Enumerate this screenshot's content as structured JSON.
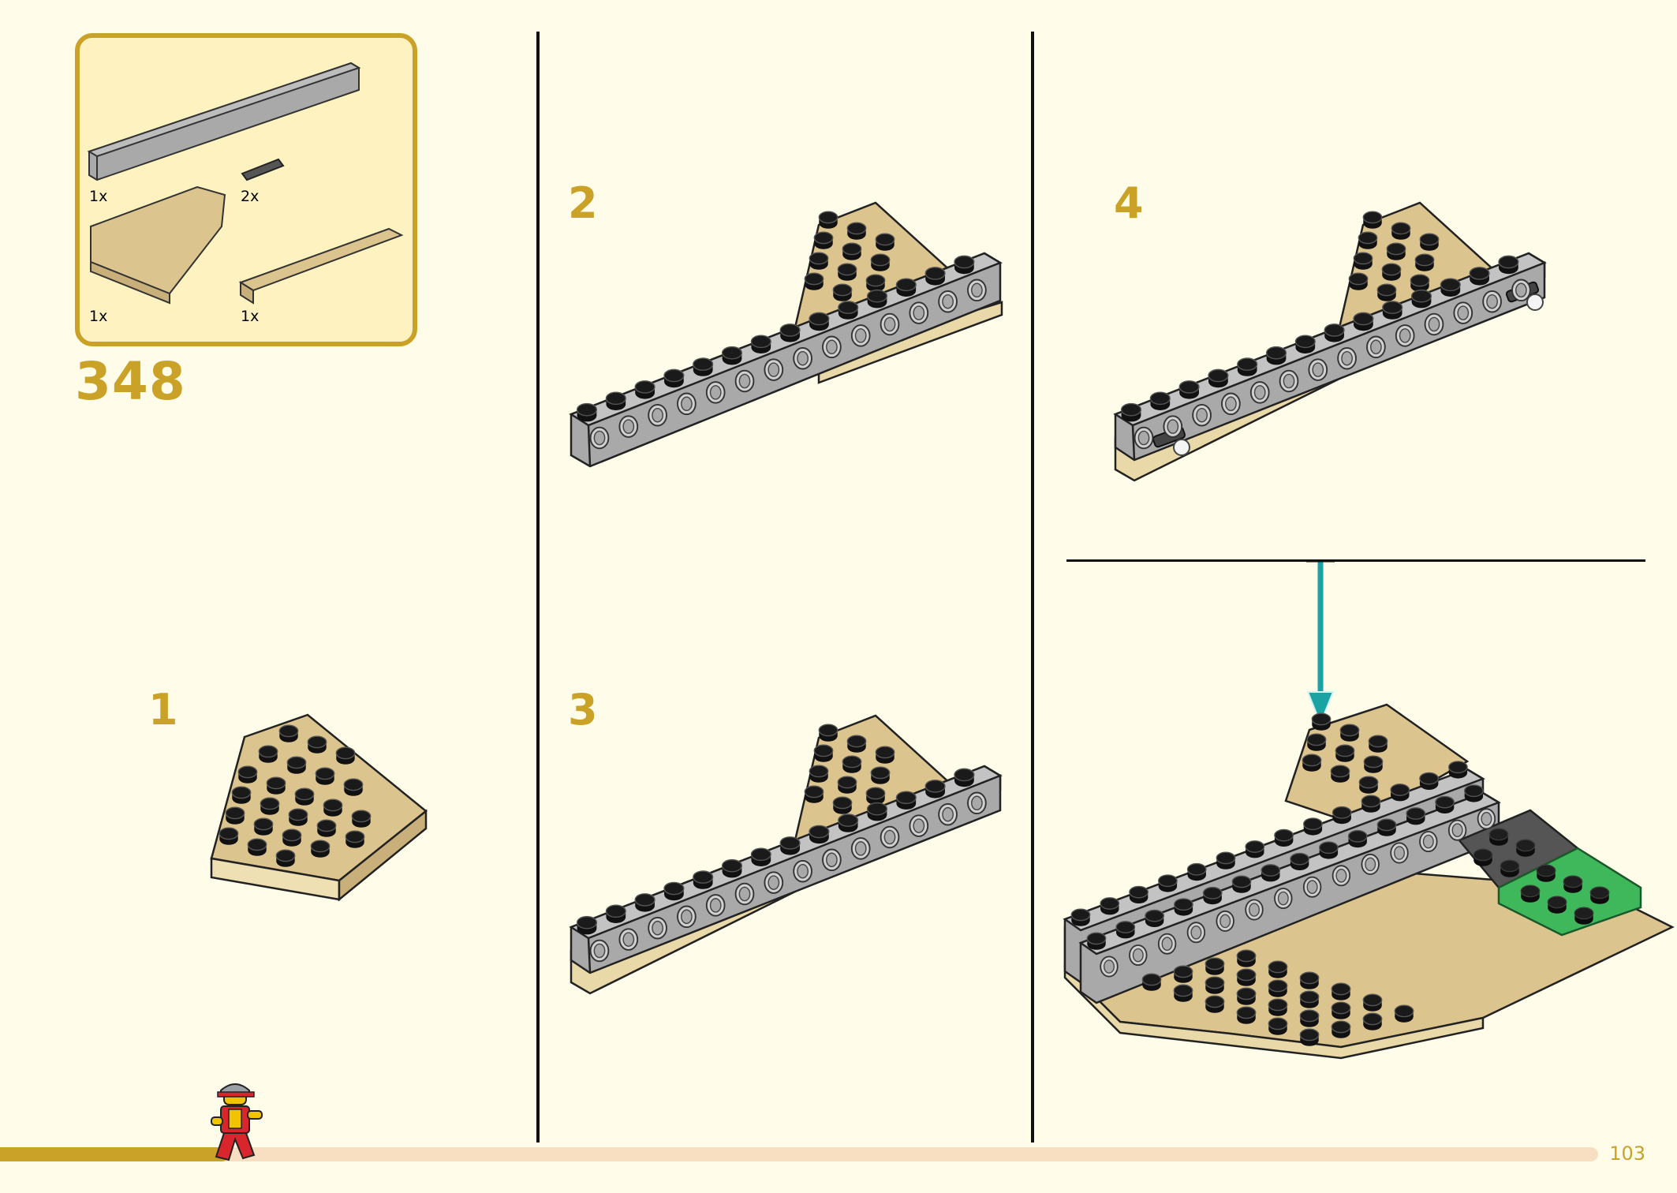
{
  "page": {
    "big_step_number": "348",
    "page_number": "103"
  },
  "parts_callout": {
    "items": [
      {
        "qty": "1x",
        "icon": "technic-beam-icon"
      },
      {
        "qty": "2x",
        "icon": "pin-icon"
      },
      {
        "qty": "1x",
        "icon": "wedge-plate-icon"
      },
      {
        "qty": "1x",
        "icon": "plate-icon"
      }
    ]
  },
  "steps": [
    {
      "number": "1"
    },
    {
      "number": "2"
    },
    {
      "number": "3"
    },
    {
      "number": "4"
    }
  ],
  "progress": {
    "fraction": 0.143
  },
  "colors": {
    "accent": "#c9a227",
    "background": "#fffde9",
    "tan": "#dcc48e",
    "grey": "#a9a9a9",
    "green": "#3fb85c",
    "arrow": "#1ba3a3",
    "progress_track": "#f9dfc2"
  }
}
